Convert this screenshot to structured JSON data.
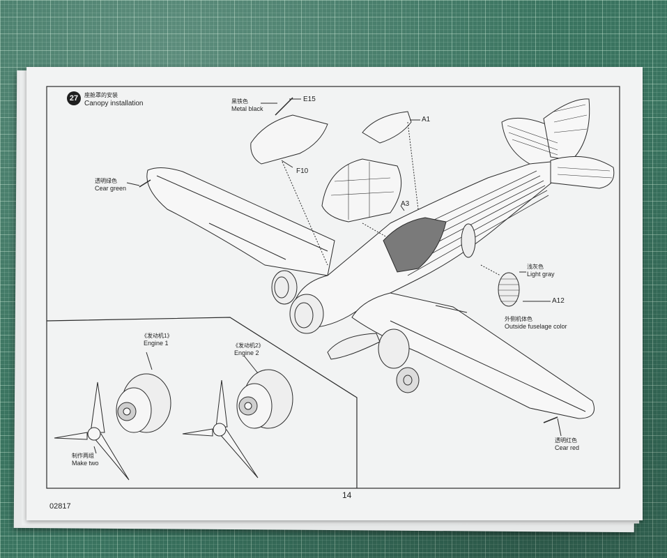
{
  "step": {
    "number": "27",
    "title_cn": "座舱罩的安装",
    "title_en": "Canopy installation"
  },
  "parts": {
    "e15": "E15",
    "f10": "F10",
    "a1": "A1",
    "a3": "A3",
    "a12": "A12"
  },
  "colors": {
    "metal_black_cn": "黑铁色",
    "metal_black_en": "Metal black",
    "clear_green_cn": "透明绿色",
    "clear_green_en": "Cear green",
    "light_gray_cn": "浅灰色",
    "light_gray_en": "Light gray",
    "outside_cn": "外侧机体色",
    "outside_en": "Outside fuselage color",
    "clear_red_cn": "透明红色",
    "clear_red_en": "Cear red"
  },
  "subassembly": {
    "engine1_cn": "《发动机1》",
    "engine1_en": "Engine 1",
    "engine2_cn": "《发动机2》",
    "engine2_en": "Engine 2",
    "make_two_cn": "制作两组",
    "make_two_en": "Make two"
  },
  "footer": {
    "page_number": "14",
    "product_code": "02817"
  }
}
